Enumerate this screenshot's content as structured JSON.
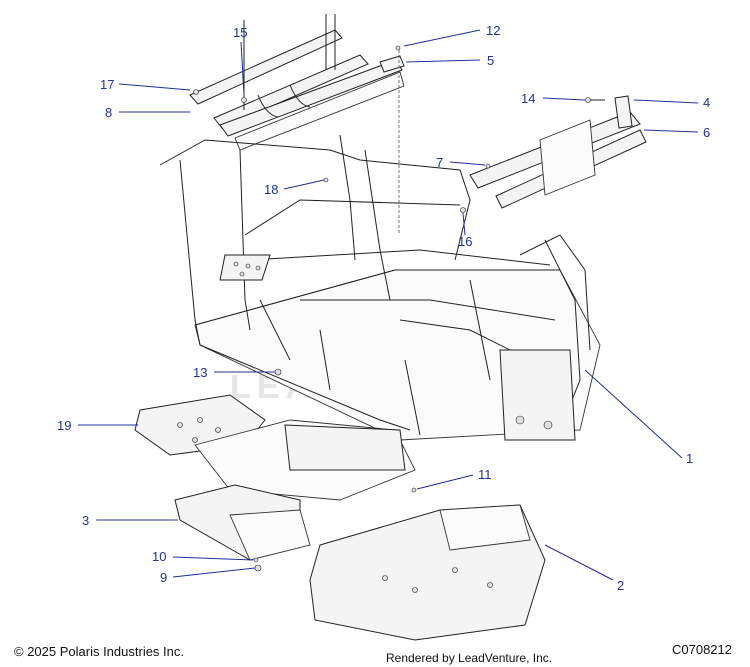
{
  "diagram": {
    "callouts": [
      {
        "id": "c1",
        "label": "1"
      },
      {
        "id": "c2",
        "label": "2"
      },
      {
        "id": "c3",
        "label": "3"
      },
      {
        "id": "c4",
        "label": "4"
      },
      {
        "id": "c5",
        "label": "5"
      },
      {
        "id": "c6",
        "label": "6"
      },
      {
        "id": "c7",
        "label": "7"
      },
      {
        "id": "c8",
        "label": "8"
      },
      {
        "id": "c9",
        "label": "9"
      },
      {
        "id": "c10",
        "label": "10"
      },
      {
        "id": "c11",
        "label": "11"
      },
      {
        "id": "c12",
        "label": "12"
      },
      {
        "id": "c13",
        "label": "13"
      },
      {
        "id": "c14",
        "label": "14"
      },
      {
        "id": "c15",
        "label": "15"
      },
      {
        "id": "c16",
        "label": "16"
      },
      {
        "id": "c17",
        "label": "17"
      },
      {
        "id": "c18",
        "label": "18"
      },
      {
        "id": "c19",
        "label": "19"
      }
    ],
    "watermark": "LEADVENTURE"
  },
  "footer": {
    "copyright": "© 2025 Polaris Industries Inc.",
    "rendered_by": "Rendered by LeadVenture, Inc.",
    "figure_id": "C0708212"
  },
  "colors": {
    "callout": "#1f2f9e",
    "line_art": "#222222"
  }
}
